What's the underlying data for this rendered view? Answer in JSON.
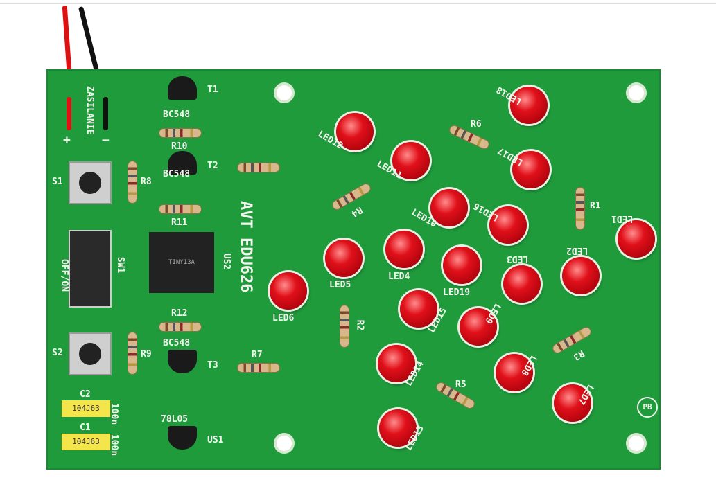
{
  "board": {
    "title": "AVT EDU626",
    "power": "ZASILANIE",
    "plus": "+",
    "minus": "−",
    "switch_label": "OFF/ON",
    "logo": "PB",
    "leds": [
      "LED18",
      "LED12",
      "LED11",
      "LED17",
      "LED10",
      "LED16",
      "LED1",
      "LED5",
      "LED4",
      "LED19",
      "LED3",
      "LED2",
      "LED6",
      "LED15",
      "LED9",
      "LED14",
      "LED8",
      "LED7",
      "LED13"
    ],
    "resistors": [
      "R10",
      "R11",
      "R8",
      "R12",
      "R9",
      "R7",
      "R6",
      "R4",
      "R1",
      "R2",
      "R3",
      "R5"
    ],
    "transistors": [
      "T1",
      "T2",
      "T3"
    ],
    "transistor_type": "BC548",
    "regulator": "78L05",
    "regulator_ref": "US1",
    "ic": "US2",
    "ic_mark": "TINY13A",
    "switches": [
      "S1",
      "S2",
      "SW1"
    ],
    "caps": [
      "C2",
      "C1"
    ],
    "cap_value": "100n",
    "cap_mark": "104J63"
  }
}
